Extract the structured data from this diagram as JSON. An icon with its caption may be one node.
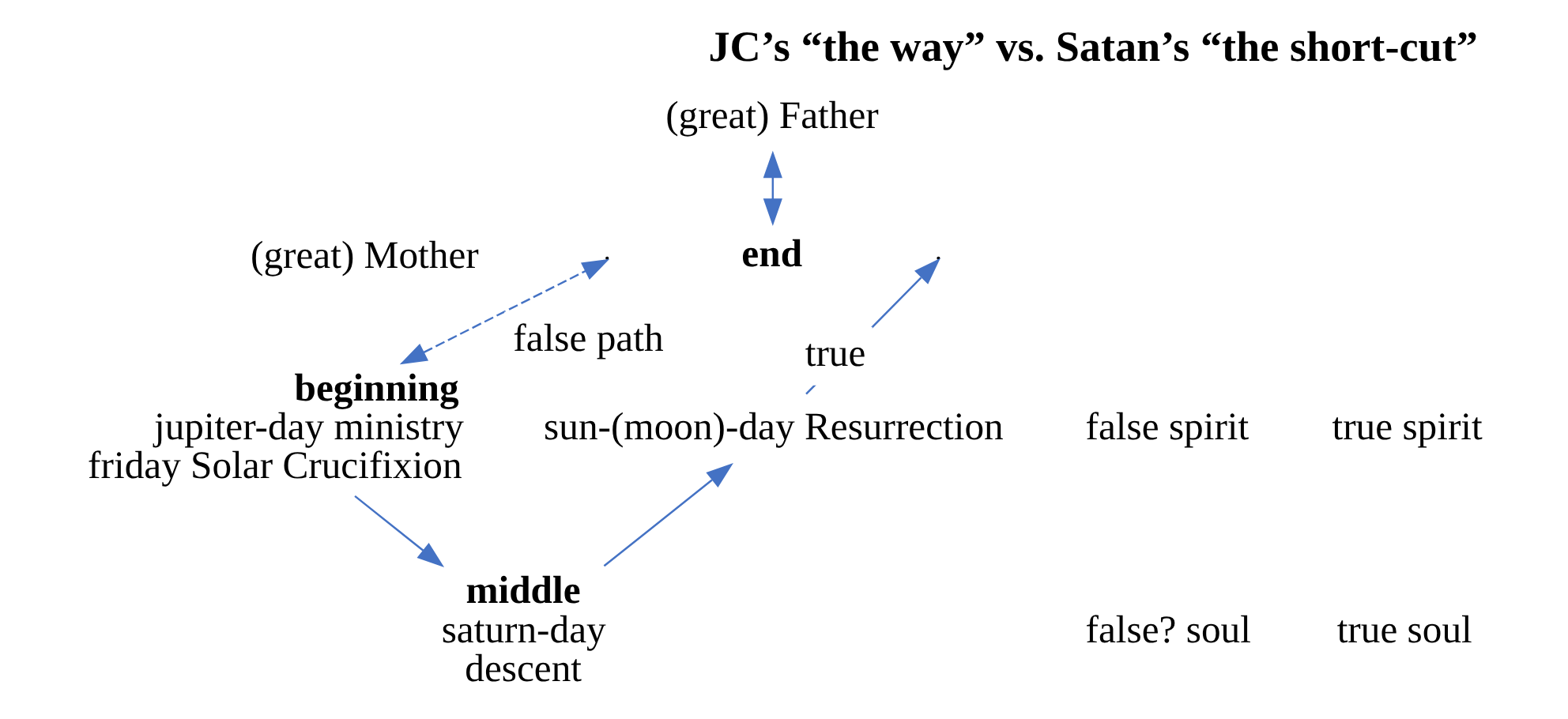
{
  "diagram": {
    "title": "JC’s “the way” vs. Satan’s “the short-cut”",
    "nodes": [
      {
        "text": [
          "(great) Father"
        ]
      },
      {
        "text": [
          "end"
        ]
      },
      {
        "text": [
          "beginning",
          "jupiter-day ministry",
          "friday Solar Crucifixion"
        ]
      },
      {
        "text": [
          "middle",
          "saturn-day",
          "descent"
        ]
      },
      {
        "text": [
          "sun-(moon)-day Resurrection"
        ]
      }
    ],
    "edges": [
      {
        "from": 0,
        "to": 1,
        "arrow": "both"
      },
      {
        "from": 2,
        "to": null,
        "arrow": "both",
        "style": "dashed",
        "label": "false path"
      },
      {
        "from": 2,
        "to": 3,
        "arrow": "to"
      },
      {
        "from": 3,
        "to": 4,
        "arrow": "to"
      },
      {
        "from": 4,
        "to": null,
        "arrow": "to",
        "label": "true"
      }
    ],
    "labels": [
      "(great) Mother",
      "false spirit",
      "true spirit",
      "false? soul",
      "true soul"
    ]
  }
}
